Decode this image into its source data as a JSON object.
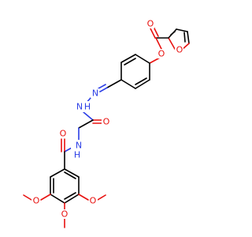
{
  "molecule": {
    "atoms": [
      {
        "id": "o_carbonyl_ester",
        "symbol": "O"
      },
      {
        "id": "o_ester",
        "symbol": "O"
      },
      {
        "id": "o_furan",
        "symbol": "O"
      },
      {
        "id": "n_imine",
        "symbol": "N"
      },
      {
        "id": "n_nh",
        "symbol": "N",
        "h": "H"
      },
      {
        "id": "o_amide1",
        "symbol": "O"
      },
      {
        "id": "o_amide2",
        "symbol": "O"
      },
      {
        "id": "n_amide2",
        "symbol": "N",
        "h": "H"
      },
      {
        "id": "o_meo1",
        "symbol": "O"
      },
      {
        "id": "o_meo2",
        "symbol": "O"
      },
      {
        "id": "o_meo3",
        "symbol": "O"
      }
    ],
    "colors": {
      "carbon": "#000000",
      "oxygen": "#e8110f",
      "nitrogen": "#2b3ee6"
    }
  }
}
